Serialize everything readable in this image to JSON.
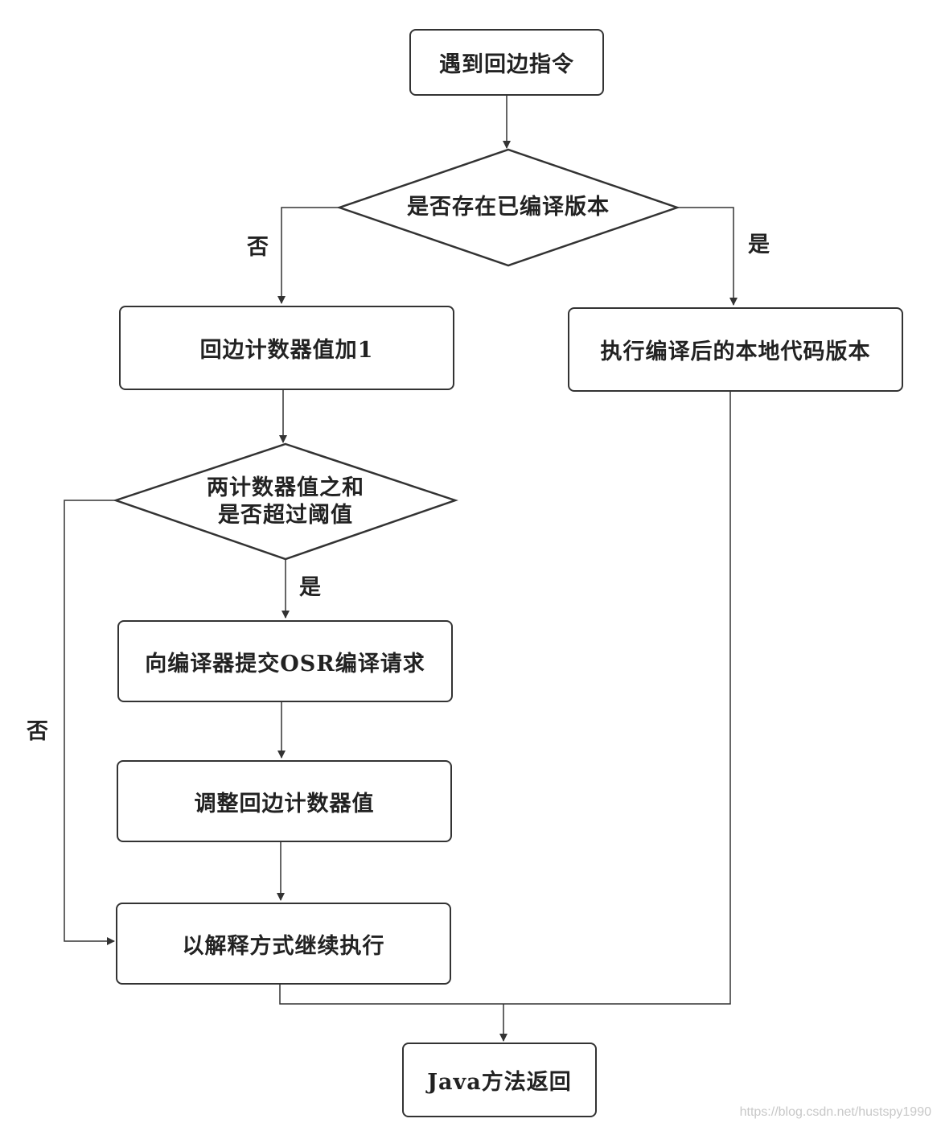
{
  "flowchart": {
    "nodes": {
      "start": "遇到回边指令",
      "decision_compiled": "是否存在已编译版本",
      "increment_counter": "回边计数器值加1",
      "run_native": "执行编译后的本地代码版本",
      "decision_threshold_line1": "两计数器值之和",
      "decision_threshold_line2": "是否超过阈值",
      "submit_osr": "向编译器提交OSR编译请求",
      "adjust_counter": "调整回边计数器值",
      "interpret": "以解释方式继续执行",
      "end": "Java方法返回"
    },
    "edge_labels": {
      "compiled_no": "否",
      "compiled_yes": "是",
      "threshold_yes": "是",
      "threshold_no": "否"
    },
    "line_color": "#333333"
  },
  "watermark": "https://blog.csdn.net/hustspy1990"
}
